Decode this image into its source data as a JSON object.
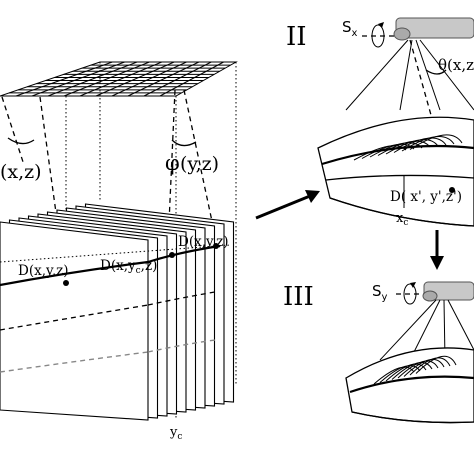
{
  "panels": {
    "ii": {
      "label": "II"
    },
    "iii": {
      "label": "III"
    }
  },
  "labels": {
    "phi_xz": "φ(x,z)",
    "phi_yz": "φ(y,z)",
    "d_xyz": "D(x,y,z)",
    "d_xycz": "D(x,yc,z)",
    "d_xyz_right": "D(x,y,z)",
    "y_c": "yc",
    "s_x": "Sx",
    "theta_xz": "θ(x,z)",
    "d_prime": "D(x', y',z')",
    "x_c": "xc",
    "s_y": "Sy"
  },
  "text": {
    "phi_xz_visible": "(x,z)",
    "phi_yz_phi": "φ",
    "phi_yz_rest": "(y,z)",
    "d1": "D(x,y,z)",
    "d2_main": "D(x,y",
    "d2_sub": "c",
    "d2_end": ",z)",
    "d3": "D(x,y,z)",
    "yc_main": "y",
    "yc_sub": "c",
    "sx_main": "S",
    "sx_sub": "x",
    "theta": "θ(x,z)",
    "dprime": "D( x', y',z')",
    "xc_main": "x",
    "xc_sub": "c",
    "sy_main": "S",
    "sy_sub": "y"
  },
  "colors": {
    "line": "#000000",
    "probe": "#c8c8c8",
    "background": "#ffffff"
  }
}
